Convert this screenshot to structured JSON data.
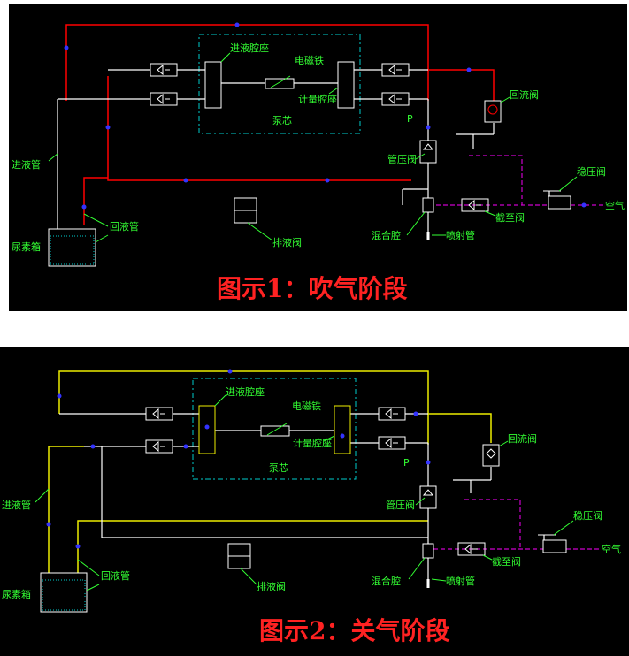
{
  "panels": [
    {
      "title": "图示1：吹气阶段",
      "labels": {
        "inlet_chamber": "进液腔座",
        "solenoid": "电磁铁",
        "metering_chamber": "计量腔座",
        "pump_core": "泵芯",
        "return_valve": "回流阀",
        "p_port": "P",
        "pipe_valve": "管压阀",
        "inlet_pipe": "进液管",
        "return_pipe": "回液管",
        "urea_tank": "尿素箱",
        "drain_valve": "排液阀",
        "mixing_chamber": "混合腔",
        "nozzle_pipe": "喷射管",
        "regulator": "稳压阀",
        "relief_valve": "截至阀",
        "air": "空气"
      },
      "colors": {
        "high_pressure": "#ff0000",
        "flow_arrow": "#3333ff",
        "pipe": "#ffffff",
        "air_line": "#cc00cc",
        "label": "#33ff33",
        "title": "#ff2222",
        "pump_box": "#00cccc"
      }
    },
    {
      "title": "图示2：关气阶段",
      "labels": {
        "inlet_chamber": "进液腔座",
        "solenoid": "电磁铁",
        "metering_chamber": "计量腔座",
        "pump_core": "泵芯",
        "return_valve": "回流阀",
        "p_port": "P",
        "pipe_valve": "管压阀",
        "inlet_pipe": "进液管",
        "return_pipe": "回液管",
        "urea_tank": "尿素箱",
        "drain_valve": "排液阀",
        "mixing_chamber": "混合腔",
        "nozzle_pipe": "喷射管",
        "regulator": "稳压阀",
        "relief_valve": "截至阀",
        "air": "空气"
      },
      "colors": {
        "high_pressure": "#eeee00",
        "flow_arrow": "#3333ff",
        "pipe": "#ffffff",
        "air_line": "#cc00cc",
        "label": "#33ff33",
        "title": "#ff2222",
        "pump_box": "#00cccc"
      }
    }
  ]
}
